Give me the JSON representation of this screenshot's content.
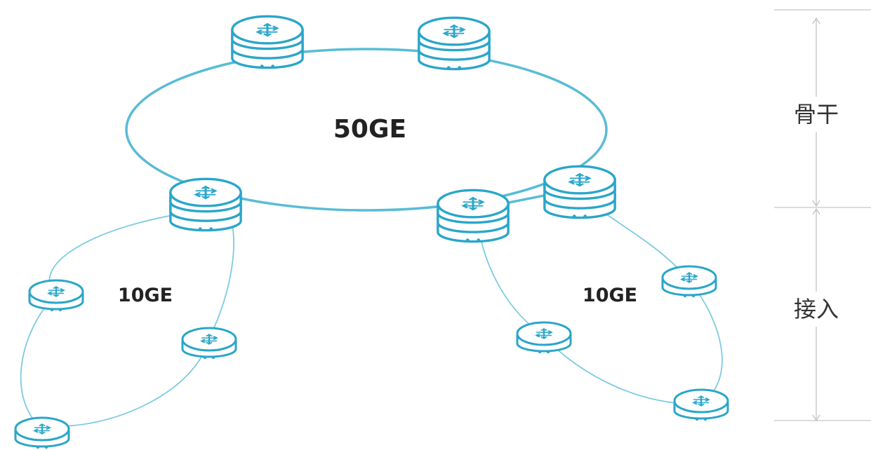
{
  "diagram": {
    "backbone_ring": {
      "label": "50GE"
    },
    "access_ring_left": {
      "label": "10GE"
    },
    "access_ring_right": {
      "label": "10GE"
    },
    "tiers": [
      {
        "label": "骨干"
      },
      {
        "label": "接入"
      }
    ],
    "device_icon": "router-icon",
    "colors": {
      "accent": "#2aa6c9",
      "link_backbone": "#58bcd6",
      "link_access": "#7ccbe0",
      "text": "#222222",
      "divider": "#cfcfcf"
    }
  }
}
